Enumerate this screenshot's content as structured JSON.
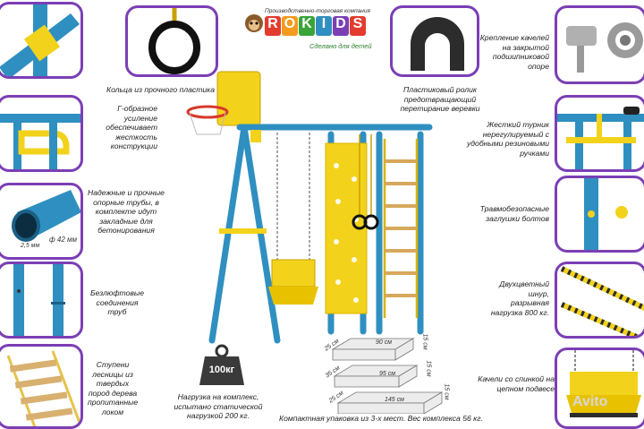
{
  "logo": {
    "company_line": "Производственно-торговая компания",
    "letters": [
      "R",
      "O",
      "K",
      "I",
      "D",
      "S"
    ],
    "tagline": "Сделано для детей"
  },
  "captions": {
    "rings": "Кольца из прочного пластика",
    "g_shaped": "Г-образное усиление обеспечивает жесткость конструкции",
    "pipes": "Надежные и прочные опорные трубы, в комплекте идут закладные для бетонирования",
    "boltless": "Безлюфтовые соединения труб",
    "ladder_steps": "Ступени лесницы из твердых пород дерева пропитанные локом",
    "weight": "Нагрузка на комплекс, испытано статической нагрузкой 200 кг.",
    "roller": "Пластиковый ролик предотвращающий перетирание веревки",
    "bearing": "Крепление качелей на закрытой подшипниковой опоре",
    "turnik": "Жесткий турник нерегулируемый с удобными резиновыми ручками",
    "plugs": "Травмобезопасные заглушки болтов",
    "cord": "Двухцветный шнур, разрывная нагрузка 800 кг.",
    "swing": "Качели со спинкой на цепном подвесе"
  },
  "pipe_dims": {
    "wall": "2,5 мм",
    "diameter": "ф 42 мм"
  },
  "weight_badge": "100кг",
  "packages": [
    {
      "length": "90 см",
      "width": "25 см",
      "height": "15 см"
    },
    {
      "length": "95 см",
      "width": "35 см",
      "height": "15 см"
    },
    {
      "length": "145 см",
      "width": "25 см",
      "height": "15 см"
    }
  ],
  "footer": "Компактная упаковка из 3-х мест. Вес комплекса 56 кг.",
  "watermark": "Avito",
  "colors": {
    "frame_blue": "#2f8fc0",
    "accent_yellow": "#f3d21b",
    "border_purple": "#7b3fb5",
    "chain_grey": "#8a8a8a"
  }
}
